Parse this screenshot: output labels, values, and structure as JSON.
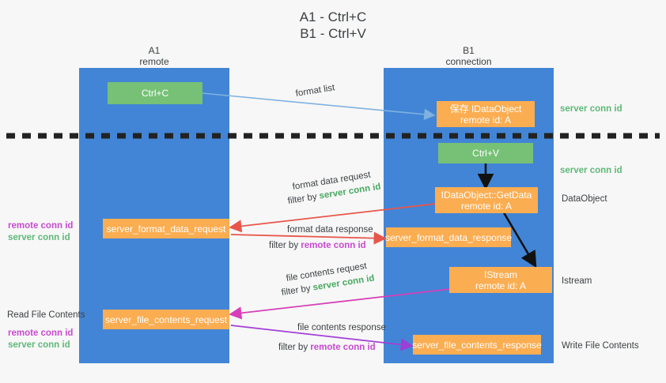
{
  "title": {
    "line1": "A1 - Ctrl+C",
    "line2": "B1 - Ctrl+V"
  },
  "lanes": [
    {
      "id": "lane-a1",
      "name": "A1",
      "sub": "remote",
      "color": "#4285d6"
    },
    {
      "id": "lane-b1",
      "name": "B1",
      "sub": "connection",
      "color": "#4285d6"
    }
  ],
  "colors": {
    "lane": "#4285d6",
    "node_orange": "#fbad51",
    "node_green": "#76c176",
    "green_text": "#48a860",
    "purple_text": "#c74ad0",
    "arrow_blue": "#7fb2e0",
    "arrow_red": "#e8564a",
    "arrow_magenta": "#d63fb8",
    "arrow_purple": "#9b3fd6",
    "arrow_black": "#000000",
    "divider": "#222222",
    "background": "#f7f7f7"
  },
  "nodes": [
    {
      "id": "ctrl-c",
      "label": "Ctrl+C",
      "sub": "",
      "style": "green"
    },
    {
      "id": "save-idataobject",
      "label": "保存 IDataObject",
      "sub": "remote id: A",
      "style": "orange"
    },
    {
      "id": "ctrl-v",
      "label": "Ctrl+V",
      "sub": "",
      "style": "green"
    },
    {
      "id": "idataobject-getdata",
      "label": "IDataObject::GetData",
      "sub": "remote id: A",
      "style": "orange"
    },
    {
      "id": "server-format-data-request",
      "label": "server_format_data_request",
      "sub": "",
      "style": "orange"
    },
    {
      "id": "server-format-data-response",
      "label": "server_format_data_response",
      "sub": "",
      "style": "orange"
    },
    {
      "id": "istream",
      "label": "IStream",
      "sub": "remote id: A",
      "style": "orange"
    },
    {
      "id": "server-file-contents-request",
      "label": "server_file_contents_request",
      "sub": "",
      "style": "orange"
    },
    {
      "id": "server-file-contents-response",
      "label": "server_file_contents_response",
      "sub": "",
      "style": "orange"
    }
  ],
  "edge_labels": {
    "format_list": "format list",
    "format_data_request": "format data request",
    "format_data_request_filter_prefix": "filter by ",
    "format_data_request_filter_value": "server conn id",
    "format_data_response": "format data response",
    "format_data_response_filter_prefix": "filter by ",
    "format_data_response_filter_value": "remote conn id",
    "file_contents_request": "file contents request",
    "file_contents_request_filter_prefix": "filter by ",
    "file_contents_request_filter_value": "server conn id",
    "file_contents_response": "file contents response",
    "file_contents_response_filter_prefix": "filter by ",
    "file_contents_response_filter_value": "remote conn id"
  },
  "right_labels": {
    "server_conn_id_top": "server conn id",
    "server_conn_id_mid": "server conn id",
    "dataobject": "DataObject",
    "istream": "Istream",
    "write_file_contents": "Write File Contents"
  },
  "left_labels": {
    "remote_conn_id_1": "remote conn id",
    "server_conn_id_1": "server conn id",
    "read_file_contents": "Read File Contents",
    "remote_conn_id_2": "remote conn id",
    "server_conn_id_2": "server conn id"
  }
}
